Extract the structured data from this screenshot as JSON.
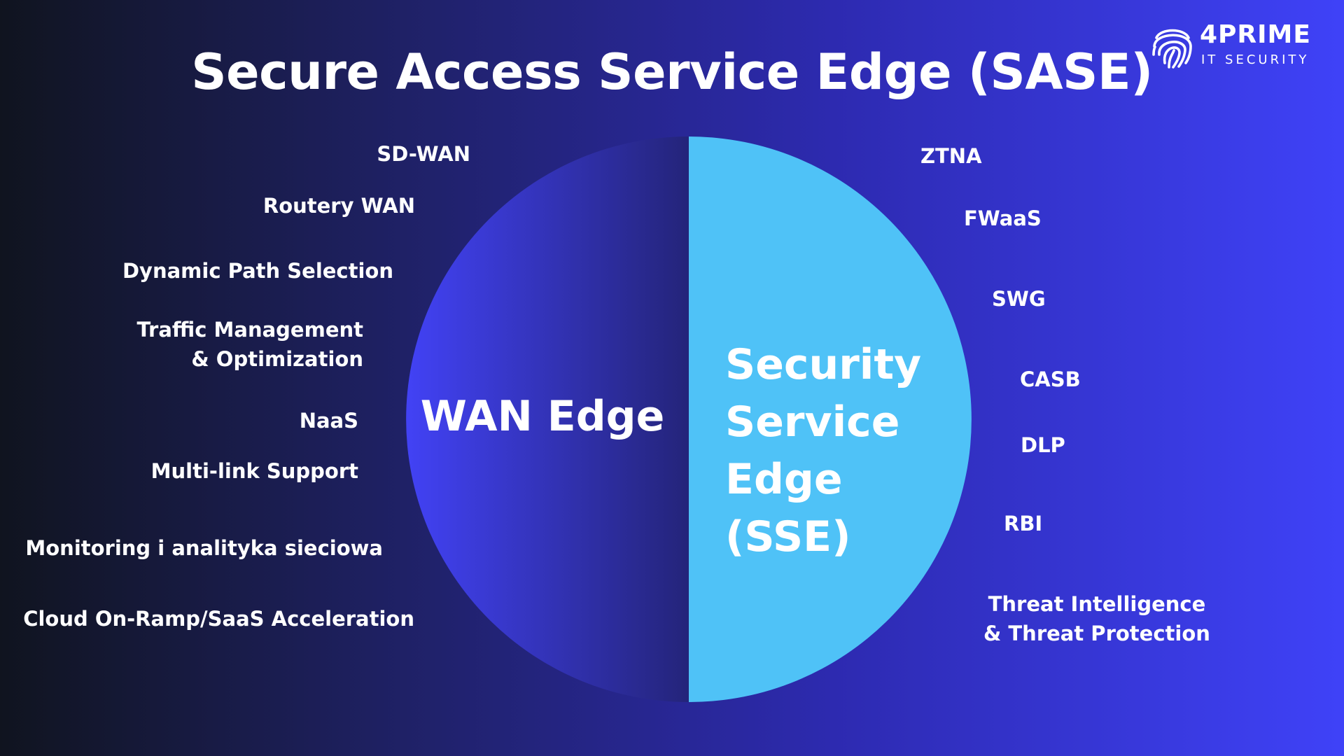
{
  "title": "Secure Access Service Edge (SASE)",
  "logo": {
    "brand": "4PRIME",
    "tagline": "IT SECURITY",
    "icon": "fingerprint-icon"
  },
  "diagram": {
    "left_half_label": "WAN Edge",
    "right_half_label_lines": [
      "Security",
      "Service",
      "Edge (SSE)"
    ],
    "left_items": [
      {
        "lines": [
          "SD-WAN"
        ]
      },
      {
        "lines": [
          "Routery WAN"
        ]
      },
      {
        "lines": [
          "Dynamic Path Selection"
        ]
      },
      {
        "lines": [
          "Traffic Management",
          "& Optimization"
        ]
      },
      {
        "lines": [
          "NaaS"
        ]
      },
      {
        "lines": [
          "Multi-link Support"
        ]
      },
      {
        "lines": [
          "Monitoring i analityka sieciowa"
        ]
      },
      {
        "lines": [
          "Cloud On-Ramp/SaaS Acceleration"
        ]
      }
    ],
    "right_items": [
      {
        "lines": [
          "ZTNA"
        ]
      },
      {
        "lines": [
          "FWaaS"
        ]
      },
      {
        "lines": [
          "SWG"
        ]
      },
      {
        "lines": [
          "CASB"
        ]
      },
      {
        "lines": [
          "DLP"
        ]
      },
      {
        "lines": [
          "RBI"
        ]
      },
      {
        "lines": [
          "Threat Intelligence",
          "& Threat Protection"
        ]
      }
    ]
  },
  "colors": {
    "left_half_start": "#4242f5",
    "left_half_end": "#24247a",
    "right_half": "#4fc2f7",
    "text": "#ffffff"
  }
}
